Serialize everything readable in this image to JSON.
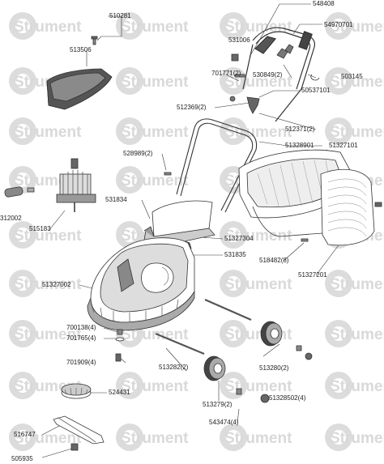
{
  "watermark": {
    "text": "Strument",
    "color": "#d9d9d9"
  },
  "colors": {
    "line": "#333333",
    "part_fill": "#ffffff",
    "part_dark": "#555555",
    "part_mid": "#8a8a8a",
    "part_light": "#cfcfcf"
  },
  "parts": {
    "p510281": "510281",
    "p548408": "548408",
    "p513506": "513506",
    "p531006": "531006",
    "p54970701": "54970701",
    "p701771": "701771(2)",
    "p530849": "530849(2)",
    "p503145": "503145",
    "p50537101": "50537101",
    "p512369": "512369(2)",
    "p512371": "512371(2)",
    "p51328901": "51328901",
    "p51327101": "51327101",
    "p528989": "528989(2)",
    "p312002": "312002",
    "p515183": "515183",
    "p531834": "531834",
    "p51327304": "51327304",
    "p531835": "531835",
    "p518482": "518482(8)",
    "p51327002": "51327002",
    "p51327201": "51327201",
    "p700138": "700138(4)",
    "p701765": "701765(4)",
    "p701909": "701909(4)",
    "p513282": "513282(2)",
    "p513280": "513280(2)",
    "p524431": "524431",
    "p513279": "513279(2)",
    "p51328502": "51328502(4)",
    "p543474": "543474(4)",
    "p516747": "516747",
    "p505935": "505935"
  }
}
